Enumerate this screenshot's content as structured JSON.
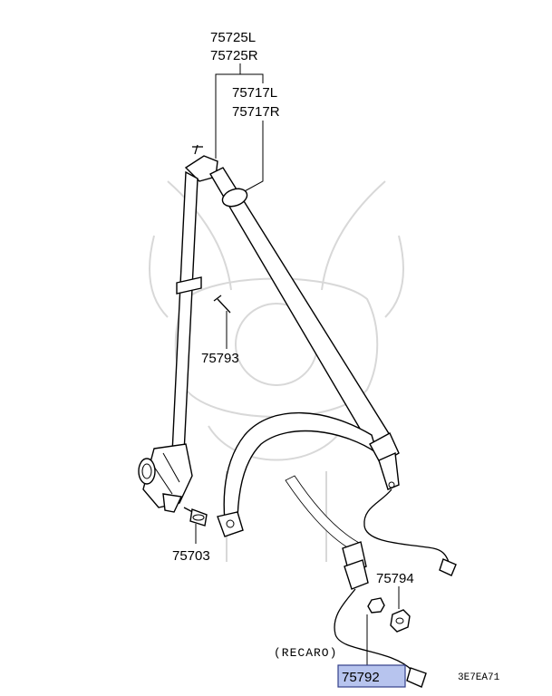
{
  "labels": {
    "belt_upper_l": "75725L",
    "belt_upper_r": "75725R",
    "guide_l": "75717L",
    "guide_r": "75717R",
    "clip": "75793",
    "bolt": "75703",
    "nut": "75794",
    "buckle": "75792",
    "recaro_note": "(RECARO)",
    "diagram_code": "3E7EA71"
  },
  "colors": {
    "highlight": "#b7c4ee",
    "highlight_border": "#33408a",
    "watermark": "#d8d8d8"
  }
}
